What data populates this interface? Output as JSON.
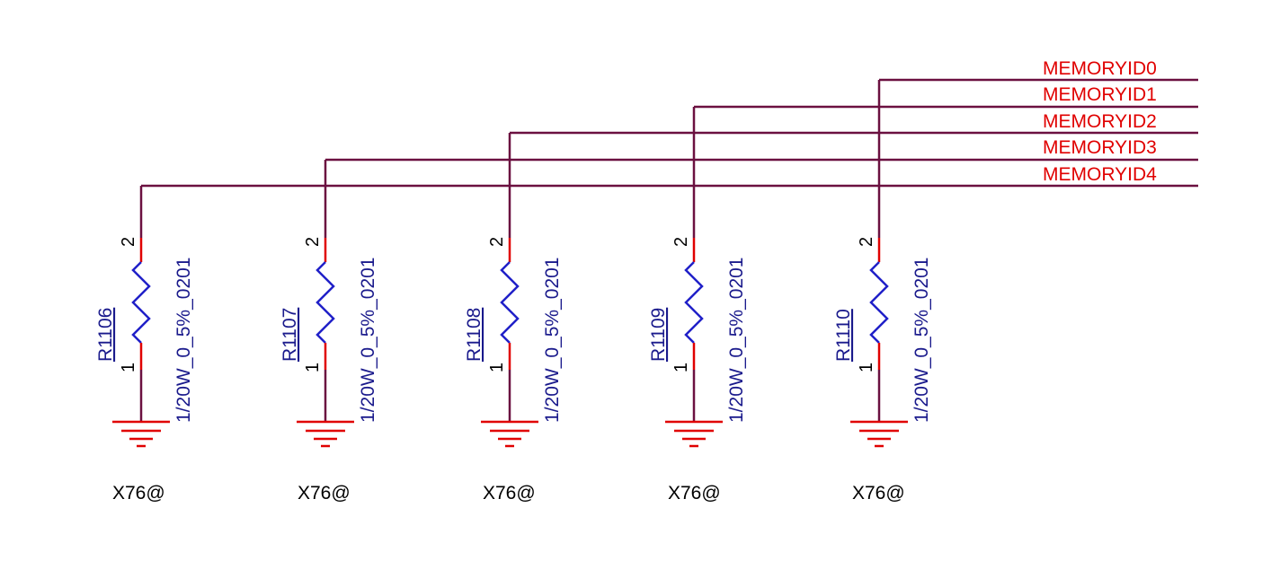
{
  "colors": {
    "wire": "#6b1040",
    "net_label": "#e00000",
    "pin": "#e00000",
    "resistor_body": "#2020c8",
    "designator": "#1a1a8c",
    "ground": "#e00000",
    "text": "#000000"
  },
  "nets": [
    {
      "name": "MEMORYID0",
      "resistor": "R1110"
    },
    {
      "name": "MEMORYID1",
      "resistor": "R1109"
    },
    {
      "name": "MEMORYID2",
      "resistor": "R1108"
    },
    {
      "name": "MEMORYID3",
      "resistor": "R1107"
    },
    {
      "name": "MEMORYID4",
      "resistor": "R1106"
    }
  ],
  "resistors": [
    {
      "ref": "R1106",
      "value": "1/20W_0_5%_0201",
      "pin_top": "2",
      "pin_bottom": "1",
      "variant": "X76@",
      "net": "MEMORYID4",
      "ground_icon": "ground-symbol-icon"
    },
    {
      "ref": "R1107",
      "value": "1/20W_0_5%_0201",
      "pin_top": "2",
      "pin_bottom": "1",
      "variant": "X76@",
      "net": "MEMORYID3",
      "ground_icon": "ground-symbol-icon"
    },
    {
      "ref": "R1108",
      "value": "1/20W_0_5%_0201",
      "pin_top": "2",
      "pin_bottom": "1",
      "variant": "X76@",
      "net": "MEMORYID2",
      "ground_icon": "ground-symbol-icon"
    },
    {
      "ref": "R1109",
      "value": "1/20W_0_5%_0201",
      "pin_top": "2",
      "pin_bottom": "1",
      "variant": "X76@",
      "net": "MEMORYID1",
      "ground_icon": "ground-symbol-icon"
    },
    {
      "ref": "R1110",
      "value": "1/20W_0_5%_0201",
      "pin_top": "2",
      "pin_bottom": "1",
      "variant": "X76@",
      "net": "MEMORYID0",
      "ground_icon": "ground-symbol-icon"
    }
  ]
}
